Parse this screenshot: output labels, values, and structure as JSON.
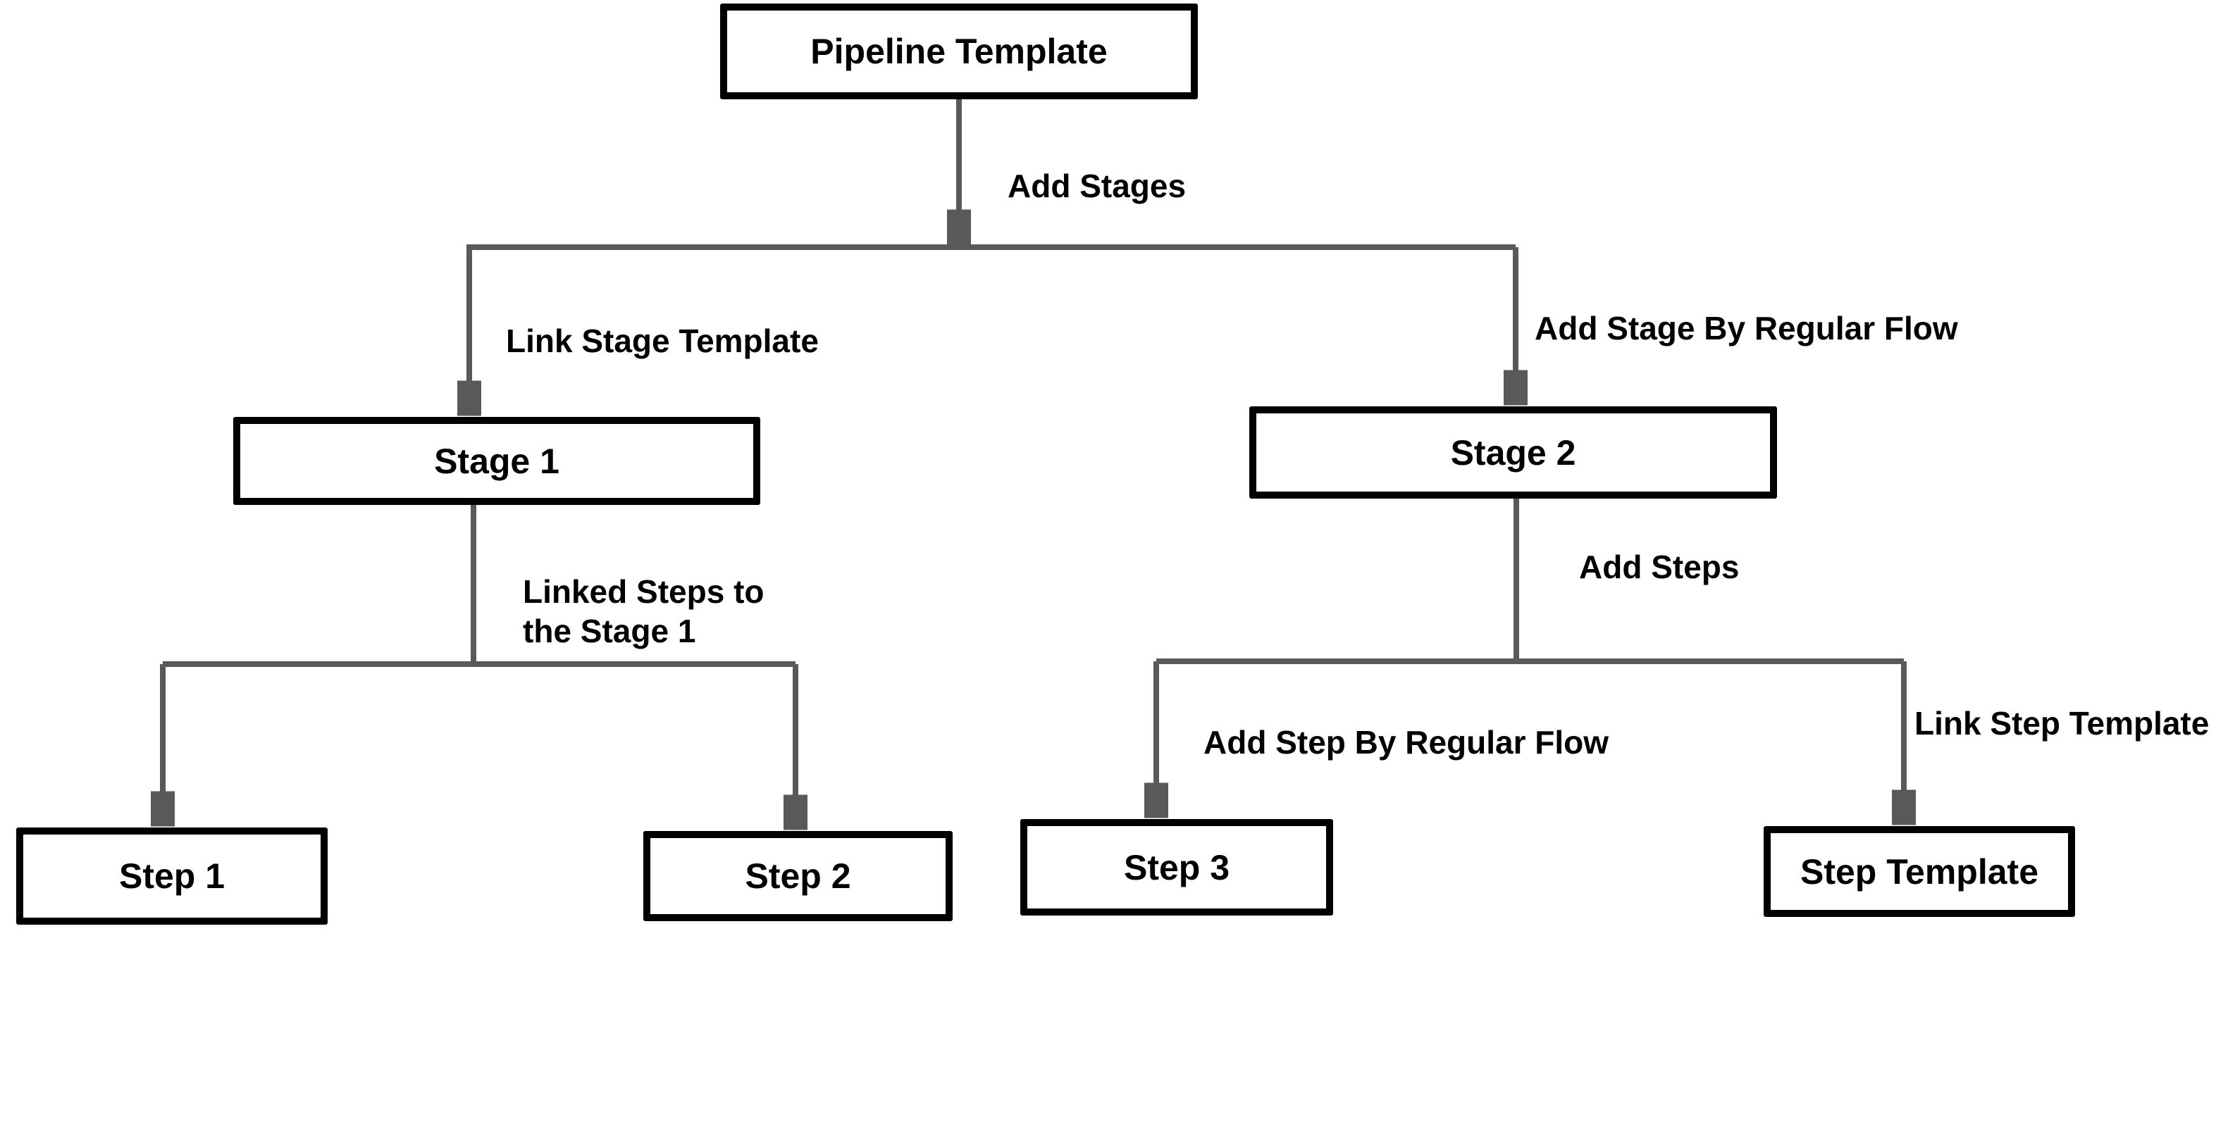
{
  "diagram": {
    "type": "flowchart",
    "colors": {
      "connector": "#595959",
      "node_border": "#000000",
      "node_fill": "#ffffff",
      "text": "#000000",
      "background": "#ffffff"
    },
    "nodes": {
      "pipeline_template": {
        "label": "Pipeline Template"
      },
      "stage_1": {
        "label": "Stage 1"
      },
      "stage_2": {
        "label": "Stage 2"
      },
      "step_1": {
        "label": "Step 1"
      },
      "step_2": {
        "label": "Step 2"
      },
      "step_3": {
        "label": "Step 3"
      },
      "step_template": {
        "label": "Step Template"
      }
    },
    "edge_labels": {
      "add_stages": "Add Stages",
      "link_stage_template": "Link Stage Template",
      "add_stage_by_regular_flow": "Add Stage By Regular Flow",
      "linked_steps_to_the_stage_1": "Linked Steps to the Stage 1",
      "add_steps": "Add Steps",
      "add_step_by_regular_flow": "Add Step By Regular Flow",
      "link_step_template": "Link Step Template"
    },
    "edges": [
      {
        "from": "pipeline_template",
        "to": "stage_1",
        "trunk_label": "Add Stages",
        "branch_label": "Link Stage Template"
      },
      {
        "from": "pipeline_template",
        "to": "stage_2",
        "trunk_label": "Add Stages",
        "branch_label": "Add Stage By Regular Flow"
      },
      {
        "from": "stage_1",
        "to": "step_1",
        "trunk_label": "Linked Steps to the Stage 1",
        "branch_label": ""
      },
      {
        "from": "stage_1",
        "to": "step_2",
        "trunk_label": "Linked Steps to the Stage 1",
        "branch_label": ""
      },
      {
        "from": "stage_2",
        "to": "step_3",
        "trunk_label": "Add Steps",
        "branch_label": "Add Step By Regular Flow"
      },
      {
        "from": "stage_2",
        "to": "step_template",
        "trunk_label": "Add Steps",
        "branch_label": "Link Step Template"
      }
    ]
  }
}
